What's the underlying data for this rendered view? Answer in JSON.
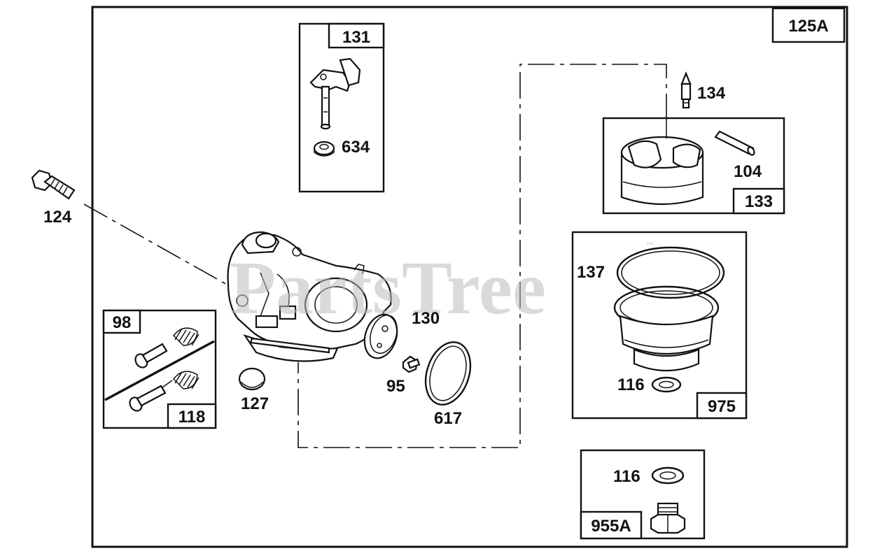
{
  "diagram": {
    "assembly_label": "125A",
    "kits": {
      "k131": "131",
      "k133": "133",
      "k975": "975",
      "k955a": "955A",
      "k98": "98",
      "k118": "118"
    },
    "parts": {
      "p634": "634",
      "p134": "134",
      "p104": "104",
      "p124": "124",
      "p137": "137",
      "p130": "130",
      "p95": "95",
      "p617": "617",
      "p127": "127",
      "p116a": "116",
      "p116b": "116"
    },
    "watermark": "PartsTree",
    "watermark_tm": "™"
  },
  "colors": {
    "ink": "#111111",
    "watermark": "#bdbdbd",
    "background": "#ffffff"
  }
}
